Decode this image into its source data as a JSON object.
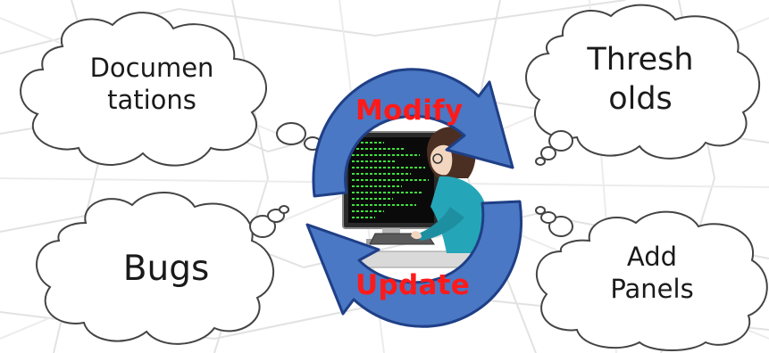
{
  "clouds": {
    "documentations": {
      "line1": "Documen",
      "line2": "tations"
    },
    "thresholds": {
      "line1": "Thresh",
      "line2": "olds"
    },
    "bugs": {
      "label": "Bugs"
    },
    "add_panels": {
      "line1": "Add",
      "line2": "Panels"
    }
  },
  "cycle": {
    "top_label": "Modify",
    "bottom_label": "Update"
  },
  "colors": {
    "arrow_fill": "#4a78c4",
    "arrow_stroke": "#1f3f86",
    "label_color": "#ff1a1a",
    "cloud_stroke": "#444444",
    "terminal_text": "#3fe03f"
  }
}
